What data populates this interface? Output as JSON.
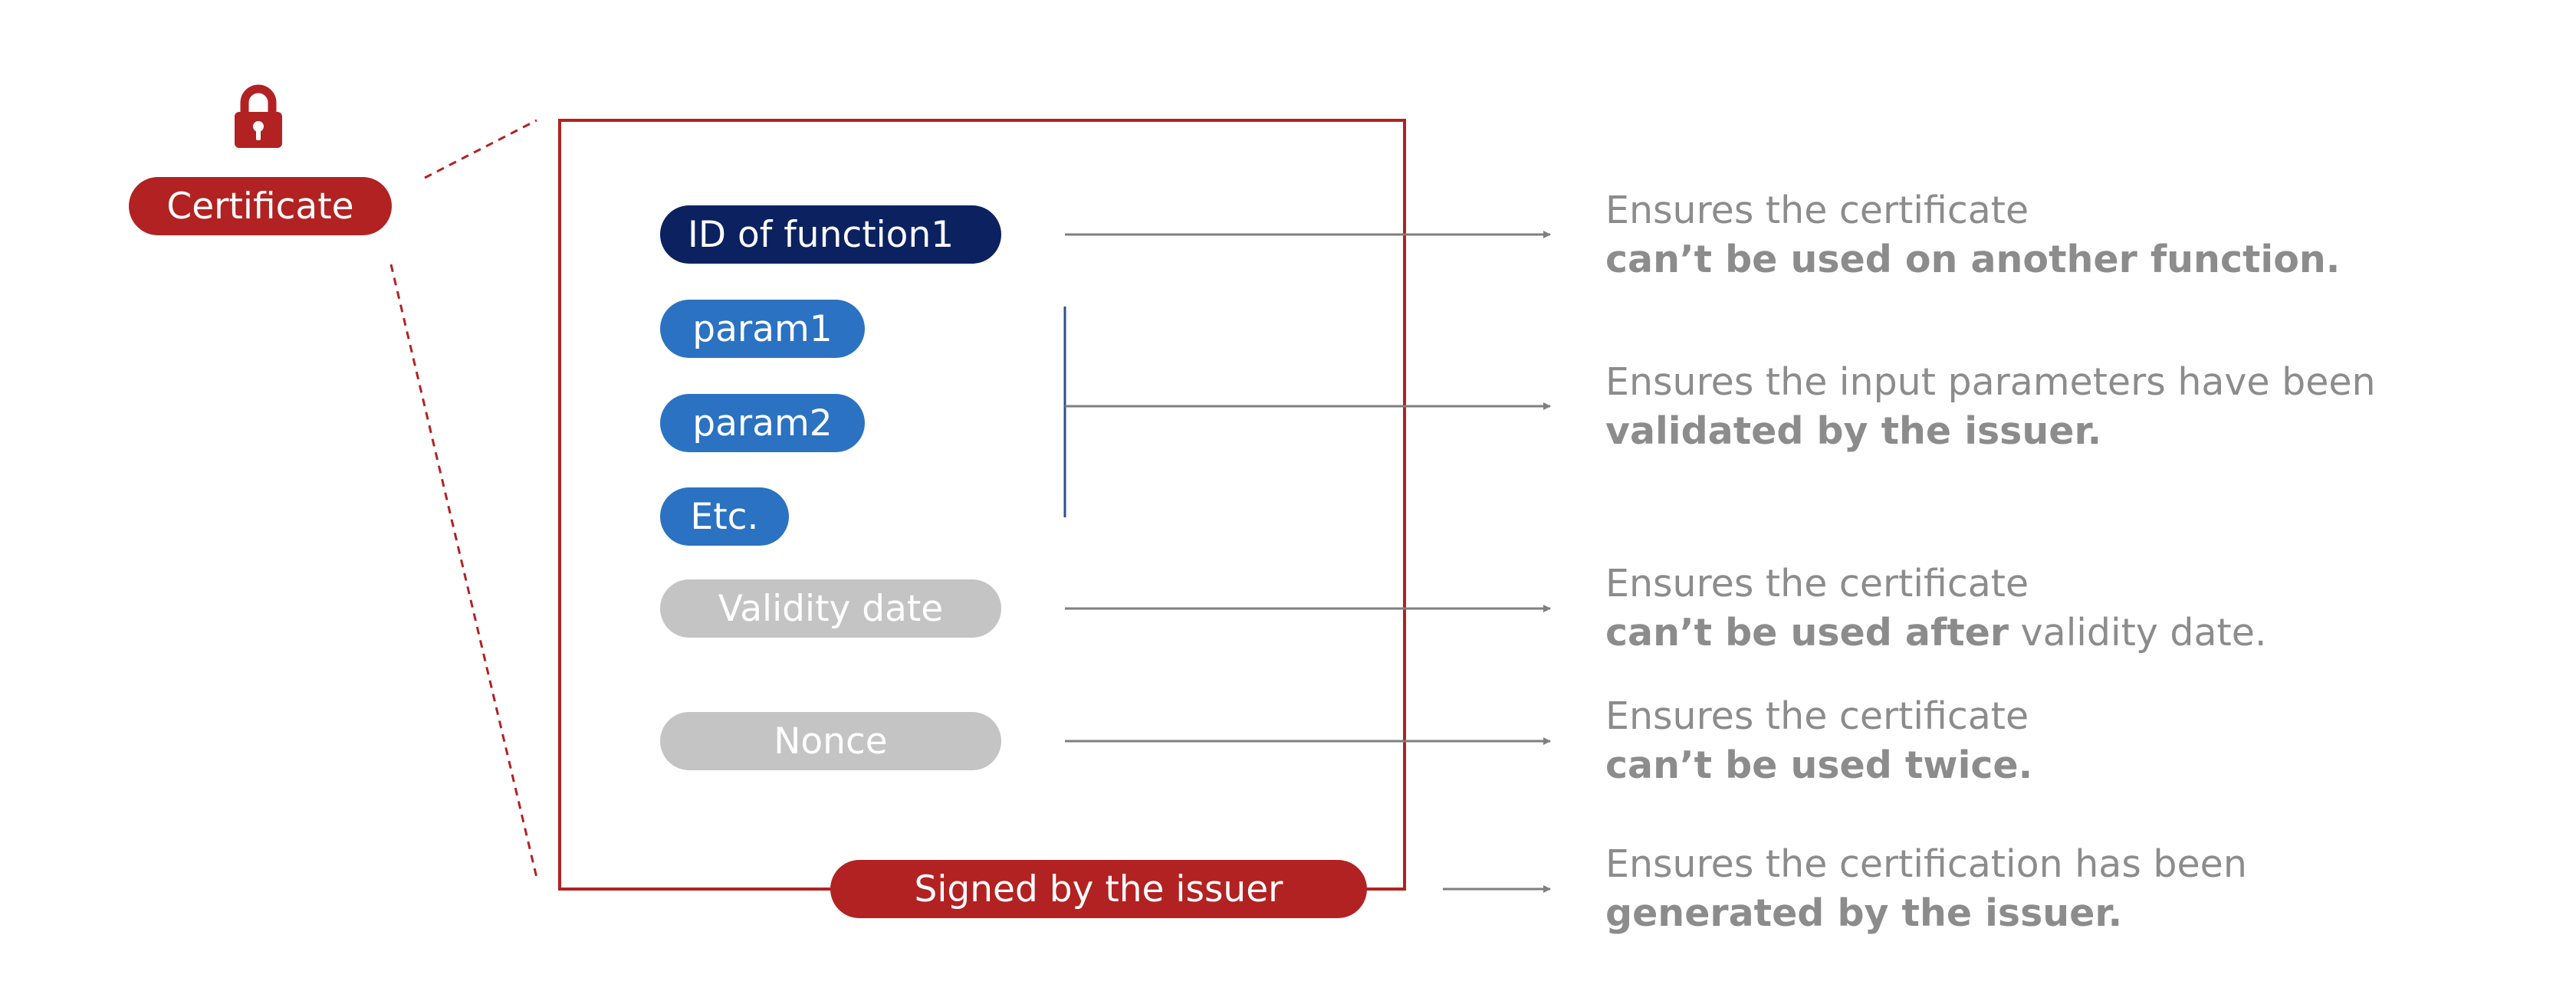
{
  "certificate": {
    "label": "Certificate",
    "color": "#b22222",
    "icon": "lock-icon"
  },
  "fields": [
    {
      "label": "ID of function1",
      "color": "#0b2160"
    },
    {
      "label": "param1",
      "color": "#2b72c2"
    },
    {
      "label": "param2",
      "color": "#2b72c2"
    },
    {
      "label": "Etc.",
      "color": "#2b72c2"
    },
    {
      "label": "Validity date",
      "color": "#c4c4c4"
    },
    {
      "label": "Nonce",
      "color": "#c4c4c4"
    }
  ],
  "signature": {
    "label": "Signed by the issuer",
    "color": "#b22222"
  },
  "descriptions": [
    {
      "line1": "Ensures the certificate",
      "line2_bold": "can’t be used on another function.",
      "line2_normal": ""
    },
    {
      "line1": "Ensures the input parameters have been",
      "line2_bold": "validated by the issuer.",
      "line2_normal": ""
    },
    {
      "line1": "Ensures the certificate",
      "line2_bold": "can’t be used after",
      "line2_normal": " validity date."
    },
    {
      "line1": "Ensures the certificate",
      "line2_bold": "can’t be used twice.",
      "line2_normal": ""
    },
    {
      "line1": "Ensures the certification has been",
      "line2_bold": "generated by the issuer.",
      "line2_normal": ""
    }
  ],
  "colors": {
    "arrow": "#7f7f7f",
    "bracket": "#2f4f8f",
    "box_border": "#b22222",
    "text": "#8c8c8c"
  }
}
